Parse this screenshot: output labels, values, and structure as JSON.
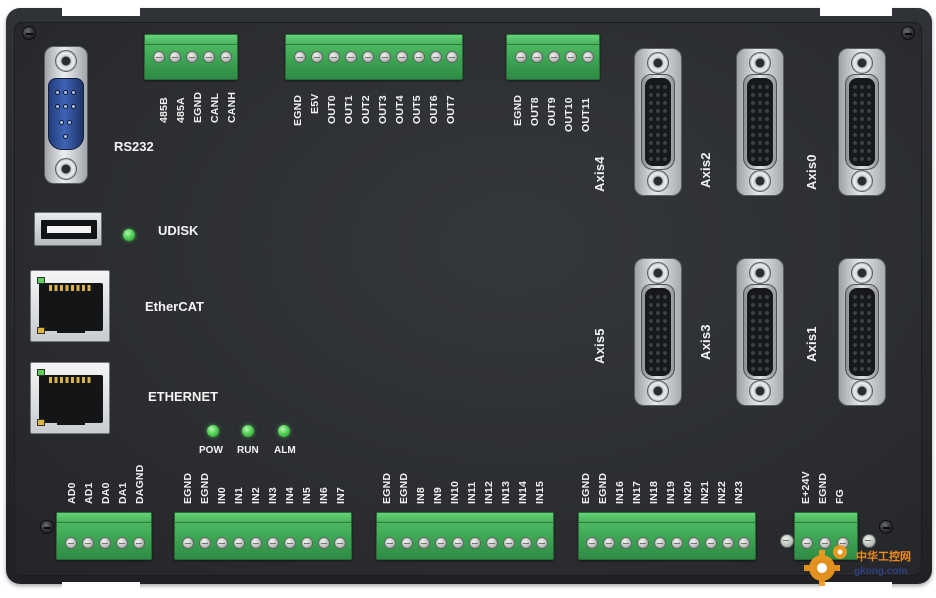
{
  "ports": {
    "rs232": "RS232",
    "udisk": "UDISK",
    "ethercat": "EtherCAT",
    "ethernet": "ETHERNET"
  },
  "leds": {
    "pow": "POW",
    "run": "RUN",
    "alm": "ALM"
  },
  "axes": {
    "axis0": "Axis0",
    "axis1": "Axis1",
    "axis2": "Axis2",
    "axis3": "Axis3",
    "axis4": "Axis4",
    "axis5": "Axis5"
  },
  "terminals": {
    "can485": [
      "485B",
      "485A",
      "EGND",
      "CANL",
      "CANH"
    ],
    "out0_7": [
      "EGND",
      "E5V",
      "OUT0",
      "OUT1",
      "OUT2",
      "OUT3",
      "OUT4",
      "OUT5",
      "OUT6",
      "OUT7"
    ],
    "out8_11": [
      "EGND",
      "OUT8",
      "OUT9",
      "OUT10",
      "OUT11"
    ],
    "analog": [
      "AD0",
      "AD1",
      "DA0",
      "DA1",
      "DAGND"
    ],
    "in0_7": [
      "EGND",
      "EGND",
      "IN0",
      "IN1",
      "IN2",
      "IN3",
      "IN4",
      "IN5",
      "IN6",
      "IN7"
    ],
    "in8_15": [
      "EGND",
      "EGND",
      "IN8",
      "IN9",
      "IN10",
      "IN11",
      "IN12",
      "IN13",
      "IN14",
      "IN15"
    ],
    "in16_23": [
      "EGND",
      "EGND",
      "IN16",
      "IN17",
      "IN18",
      "IN19",
      "IN20",
      "IN21",
      "IN22",
      "IN23"
    ],
    "power": [
      "E+24V",
      "EGND",
      "FG"
    ]
  },
  "watermark": {
    "site": "gkong.com",
    "cn": "中华工控网"
  },
  "colors": {
    "terminal_green": "#3da553",
    "led_green": "#52d256",
    "housing": "#2b2d31",
    "rs232_blue": "#3f63b5"
  },
  "icons": [
    "screw-icon",
    "led-icon",
    "gear-logo-icon"
  ]
}
